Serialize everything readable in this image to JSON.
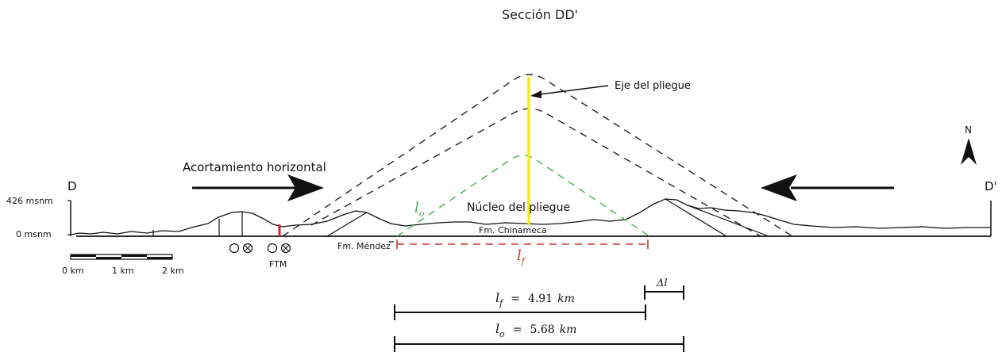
{
  "title": "Sección DD'",
  "ends": {
    "left": "D",
    "right": "D'"
  },
  "elevation": {
    "top": "426 msnm",
    "base": "0 msnm"
  },
  "fold_axis_label": "Eje del pliegue",
  "shortening_label": "Acortamiento horizontal",
  "core_label": "Núcleo del pliegue",
  "formations": {
    "chinameca": "Fm. Chinameca",
    "mendez": "Fm. Méndez"
  },
  "fault_label": "FTM",
  "north": "N",
  "scale": {
    "labels": [
      "0 km",
      "1 km",
      "2 km"
    ]
  },
  "lengths": {
    "lo_symbol": "l",
    "lo_sub": "o",
    "lf_symbol": "l",
    "lf_sub": "f",
    "eq": "=",
    "lf_value": "4.91",
    "lo_value": "5.68",
    "unit": "km",
    "delta": "Δl"
  },
  "colors": {
    "axis": "#f2ea1c",
    "core": "#4caf50",
    "lf": "#c0392b",
    "fault": "#d42222"
  }
}
